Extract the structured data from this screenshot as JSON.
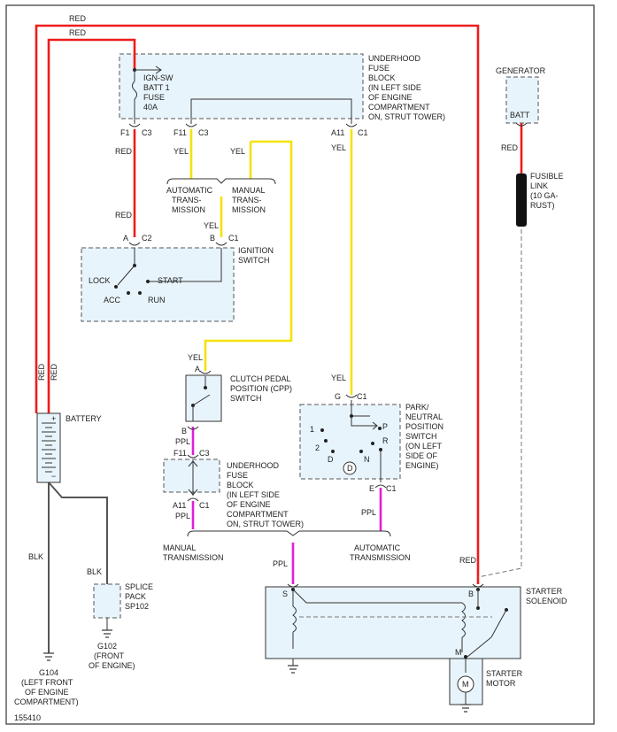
{
  "diagram_id": "155410",
  "wire_colors": {
    "red": "#ee1c1c",
    "yellow": "#f5e20a",
    "purple": "#e020d8",
    "black": "#555555"
  },
  "wires": {
    "red": "RED",
    "yellow": "YEL",
    "purple": "PPL",
    "black": "BLK"
  },
  "fuse_block": {
    "title_lines": [
      "UNDERHOOD",
      "FUSE",
      "BLOCK",
      "(IN LEFT SIDE",
      "OF ENGINE",
      "COMPARTMENT",
      "ON, STRUT TOWER)"
    ],
    "fuse_lines": [
      "IGN-SW",
      "BATT 1",
      "FUSE",
      "40A"
    ],
    "pins": {
      "f1": "F1",
      "f11": "F11",
      "a11": "A11"
    },
    "connectors": {
      "c3": "C3",
      "c1": "C1"
    }
  },
  "generator": {
    "title": "GENERATOR",
    "terminal": "BATT"
  },
  "fusible_link": {
    "lines": [
      "FUSIBLE",
      "LINK",
      "(10 GA-",
      "RUST)"
    ]
  },
  "transmission_split": {
    "automatic": [
      "AUTOMATIC",
      "TRANS-",
      "MISSION"
    ],
    "manual": [
      "MANUAL",
      "TRANS-",
      "MISSION"
    ]
  },
  "ignition_switch": {
    "title_lines": [
      "IGNITION",
      "SWITCH"
    ],
    "pin_a": "A",
    "pin_b": "B",
    "conn_c2": "C2",
    "conn_c1": "C1",
    "positions": {
      "lock": "LOCK",
      "acc": "ACC",
      "run": "RUN",
      "start": "START"
    }
  },
  "battery": {
    "title": "BATTERY",
    "plus": "+",
    "minus": "−"
  },
  "cpp_switch": {
    "title_lines": [
      "CLUTCH PEDAL",
      "POSITION (CPP)",
      "SWITCH"
    ],
    "pin_a": "A",
    "pin_b": "B"
  },
  "fuse_block_2": {
    "title_lines": [
      "UNDERHOOD",
      "FUSE",
      "BLOCK",
      "(IN LEFT SIDE",
      "OF ENGINE",
      "COMPARTMENT",
      "ON, STRUT TOWER)"
    ],
    "pin_f11": "F11",
    "pin_a11": "A11",
    "conn_c3": "C3",
    "conn_c1": "C1"
  },
  "pnp_switch": {
    "title_lines": [
      "PARK/",
      "NEUTRAL",
      "POSITION",
      "SWITCH",
      "(ON LEFT",
      "SIDE OF",
      "ENGINE)"
    ],
    "pin_g": "G",
    "pin_e": "E",
    "conn_c1": "C1",
    "positions": [
      "1",
      "2",
      "D",
      "N",
      "R",
      "P"
    ],
    "circle_label": "D"
  },
  "lower_split": {
    "manual": [
      "MANUAL",
      "TRANSMISSION"
    ],
    "automatic": [
      "AUTOMATIC",
      "TRANSMISSION"
    ]
  },
  "splice_pack": {
    "lines": [
      "SPLICE",
      "PACK",
      "SP102"
    ]
  },
  "g102": {
    "lines": [
      "G102",
      "(FRONT",
      "OF ENGINE)"
    ]
  },
  "g104": {
    "lines": [
      "G104",
      "(LEFT FRONT",
      "OF ENGINE",
      "COMPARTMENT)"
    ]
  },
  "starter_solenoid": {
    "title_lines": [
      "STARTER",
      "SOLENOID"
    ],
    "pin_s": "S",
    "pin_b": "B",
    "pin_m": "M"
  },
  "starter_motor": {
    "title_lines": [
      "STARTER",
      "MOTOR"
    ],
    "symbol": "M"
  }
}
